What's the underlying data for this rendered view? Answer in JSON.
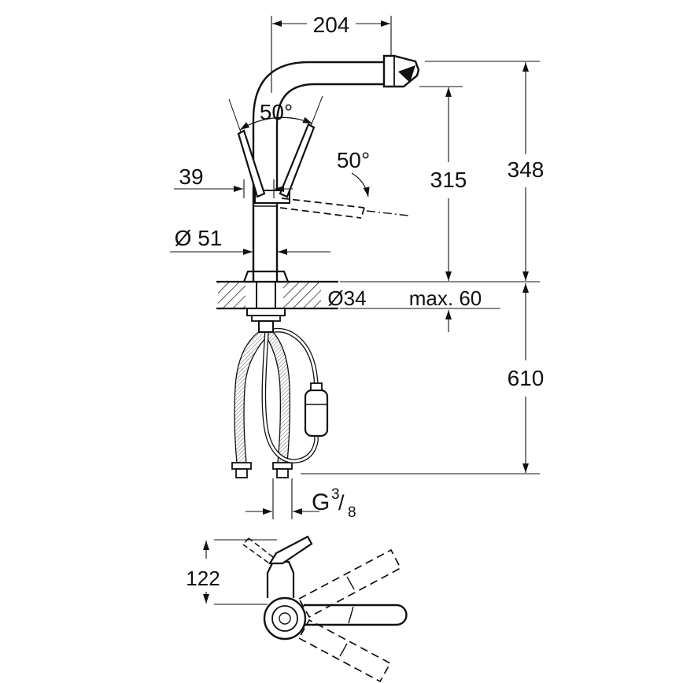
{
  "page": {
    "background": "#ffffff",
    "line_color": "#111111",
    "subject": "Technical dimension drawing of a pull-out kitchen faucet: side elevation with installation dimensions and bottom swivel-range view"
  },
  "dimensions": {
    "spout_reach": "204",
    "handle_arc_angle": "50°",
    "handle_tilt_angle": "50°",
    "handle_width": "39",
    "clearance_height": "315",
    "overall_height": "348",
    "body_diameter": "Ø 51",
    "hole_diameter": "Ø34",
    "max_deck": "max. 60",
    "hose_drop": "610",
    "thread_prefix": "G",
    "thread_numerator": "3",
    "thread_slash": "/",
    "thread_denominator": "8",
    "swivel_height": "122"
  }
}
